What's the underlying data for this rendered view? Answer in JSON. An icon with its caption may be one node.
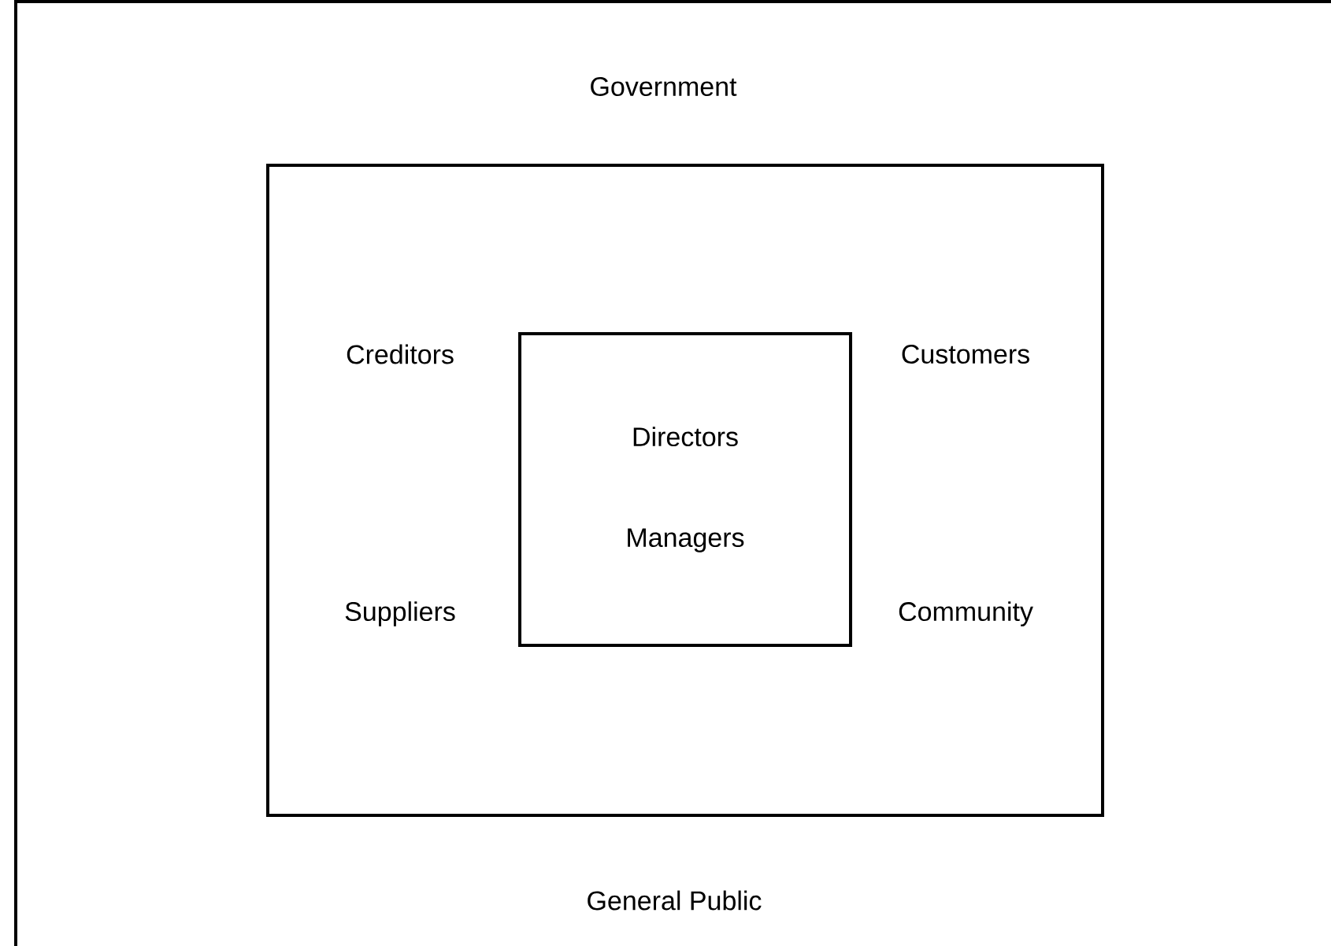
{
  "diagram": {
    "nodes": [
      {
        "text": [],
        "shape": "box"
      },
      {
        "text": [
          "Directors",
          "Managers"
        ],
        "in": 0
      }
    ],
    "labels": [
      "Government",
      "Creditors",
      "Customers",
      "Suppliers",
      "Community",
      "General Public"
    ]
  }
}
